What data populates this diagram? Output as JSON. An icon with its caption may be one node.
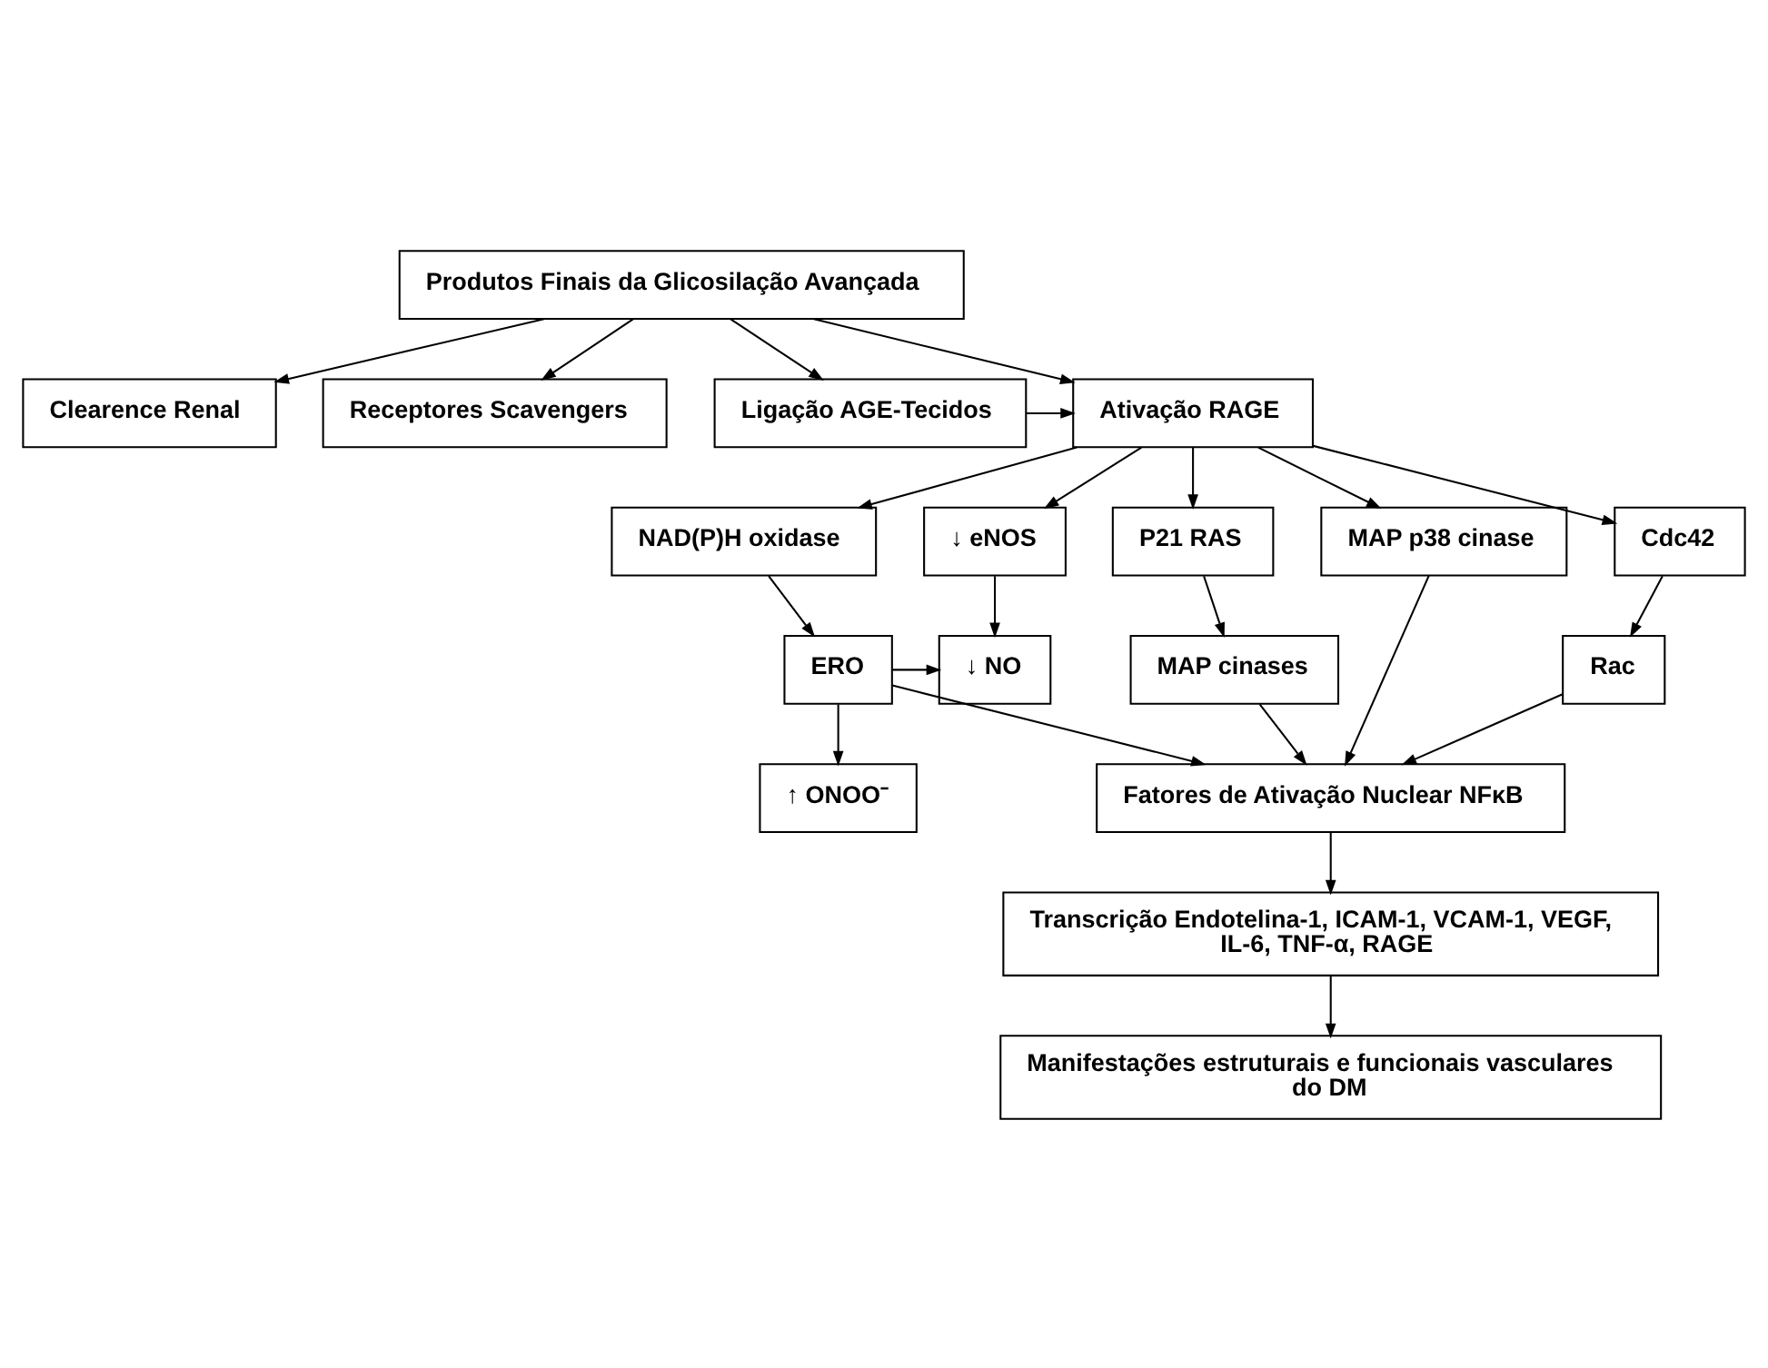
{
  "diagram": {
    "nodes": [
      {
        "text": [
          "Produtos Finais da Glicosilação Avançada"
        ]
      },
      {
        "text": [
          "Clearence Renal"
        ]
      },
      {
        "text": [
          "Receptores Scavengers"
        ]
      },
      {
        "text": [
          "Ativação RAGE"
        ]
      },
      {
        "text": [
          "Ligação AGE-Tecidos"
        ]
      },
      {
        "text": [
          "↓ eNOS"
        ]
      },
      {
        "text": [
          "NAD(P)H oxidase"
        ]
      },
      {
        "text": [
          "P21 RAS"
        ]
      },
      {
        "text": [
          "MAP p38 cinase"
        ]
      },
      {
        "text": [
          "Cdc42"
        ]
      },
      {
        "text": [
          "↓ NO"
        ]
      },
      {
        "text": [
          "ERO"
        ]
      },
      {
        "text": [
          "MAP cinases"
        ]
      },
      {
        "text": [
          "Rac"
        ]
      },
      {
        "text": [
          "↑ ONOO⁻"
        ]
      },
      {
        "text": [
          "Fatores de Ativação Nuclear NFκB"
        ]
      },
      {
        "text": [
          "Transcrição Endotelina-1, ICAM-1, VCAM-1, VEGF, IL-6, TNF-α, RAGE"
        ]
      },
      {
        "text": [
          "Manifestações estruturais e funcionais vasculares do DM"
        ]
      }
    ],
    "edges": [
      {
        "from": 0,
        "to": 1,
        "arrow": "to"
      },
      {
        "from": 0,
        "to": 2,
        "arrow": "to"
      },
      {
        "from": 0,
        "to": 3,
        "arrow": "to"
      },
      {
        "from": 0,
        "to": 4,
        "arrow": "to"
      },
      {
        "from": 4,
        "to": 3,
        "arrow": "to"
      },
      {
        "from": 3,
        "to": 5,
        "arrow": "to"
      },
      {
        "from": 3,
        "to": 6,
        "arrow": "to"
      },
      {
        "from": 3,
        "to": 7,
        "arrow": "to"
      },
      {
        "from": 3,
        "to": 8,
        "arrow": "to"
      },
      {
        "from": 3,
        "to": 9,
        "arrow": "to"
      },
      {
        "from": 5,
        "to": 10,
        "arrow": "to"
      },
      {
        "from": 6,
        "to": 11,
        "arrow": "to"
      },
      {
        "from": 7,
        "to": 12,
        "arrow": "to"
      },
      {
        "from": 9,
        "to": 13,
        "arrow": "to"
      },
      {
        "from": 11,
        "to": 10,
        "arrow": "to"
      },
      {
        "from": 11,
        "to": 14,
        "arrow": "to"
      },
      {
        "from": 11,
        "to": 15,
        "arrow": "to"
      },
      {
        "from": 12,
        "to": 15,
        "arrow": "to"
      },
      {
        "from": 8,
        "to": 15,
        "arrow": "to"
      },
      {
        "from": 13,
        "to": 15,
        "arrow": "to"
      },
      {
        "from": 15,
        "to": 16,
        "arrow": "to"
      },
      {
        "from": 16,
        "to": 17,
        "arrow": "to"
      }
    ]
  }
}
